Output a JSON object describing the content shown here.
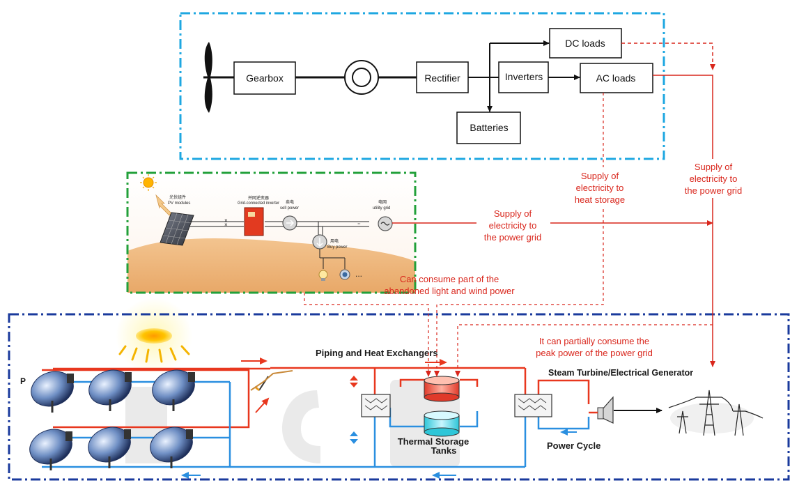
{
  "wind_system": {
    "gearbox": "Gearbox",
    "rectifier": "Rectifier",
    "inverters": "Inverters",
    "dc_loads": "DC loads",
    "ac_loads": "AC loads",
    "batteries": "Batteries"
  },
  "pv_system": {
    "pv_modules_cn": "光伏组件",
    "pv_modules": "PV modules",
    "inverter_cn": "并网逆变器",
    "inverter": "Grid-connected inverter",
    "sell_cn": "卖电",
    "sell_power": "sell power",
    "grid_cn": "电网",
    "utility_grid": "utility grid",
    "buy_cn": "用电",
    "buy_power": "Buy power",
    "ellipsis": "..."
  },
  "annotations": {
    "supply_grid_pv": [
      "Supply of",
      "electricity to",
      "the power grid"
    ],
    "supply_heat_storage": [
      "Supply of",
      "electricity to",
      "heat storage"
    ],
    "supply_grid_wind": [
      "Supply of",
      "electricity to",
      "the power grid"
    ],
    "consume_abandoned": [
      "Can consume part of the",
      "abandoned light and wind power"
    ],
    "consume_peak": [
      "It can partially consume the",
      "peak power of the power grid"
    ]
  },
  "csp_system": {
    "piping": "Piping and Heat Exchangers",
    "turbine": "Steam Turbine/Electrical Generator",
    "storage": [
      "Thermal Storage",
      "Tanks"
    ],
    "power_cycle": "Power Cycle",
    "left_letter": "P"
  },
  "colors": {
    "wind_border": "#1ea7e1",
    "pv_border": "#22a03a",
    "csp_border": "#1a3a9c",
    "arrow_red": "#d9261c",
    "hot_pipe": "#e8371e",
    "cold_pipe": "#2a8fe0"
  }
}
